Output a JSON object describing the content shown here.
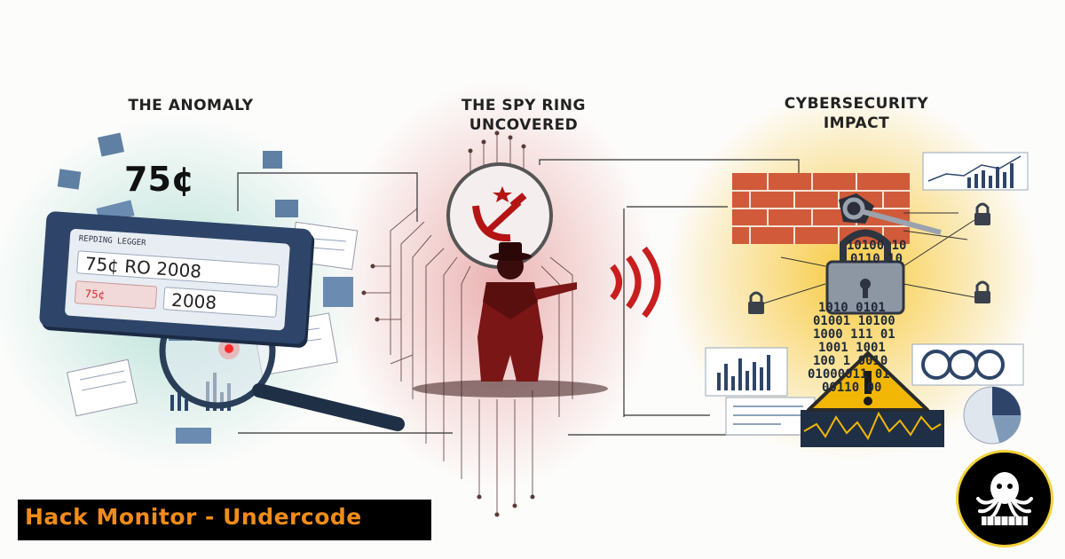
{
  "panels": {
    "left": {
      "title": "THE ANOMALY"
    },
    "center": {
      "title_line1": "THE SPY RING",
      "title_line2": "UNCOVERED"
    },
    "right": {
      "title_line1": "CYBERSECURITY",
      "title_line2": "IMPACT"
    }
  },
  "ledger": {
    "header": "REPDING LEGGER",
    "row1": "75¢ RO 2008",
    "row2": "2008",
    "red_cell": "75¢"
  },
  "big_amount": "75¢",
  "binary_rows": [
    "10100 10",
    "0110 10",
    "1010 0101",
    "01001 10100",
    "1000 111 01",
    "1001 1001",
    "100 1 0010",
    "01000011 01",
    "00110 00"
  ],
  "brand": {
    "label": "Hack Monitor - Undercode"
  },
  "icons": {
    "magnifier": "magnifier-icon",
    "spy": "spy-figure-icon",
    "hammer_sickle": "hammer-sickle-icon",
    "firewall": "firewall-icon",
    "padlock": "padlock-icon",
    "warning": "warning-icon",
    "logo": "octopus-logo-icon"
  },
  "colors": {
    "accent_red": "#c81e1e",
    "accent_orange": "#f08c1a",
    "ledger_blue": "#2e4569",
    "warn_yellow": "#f2b705"
  }
}
